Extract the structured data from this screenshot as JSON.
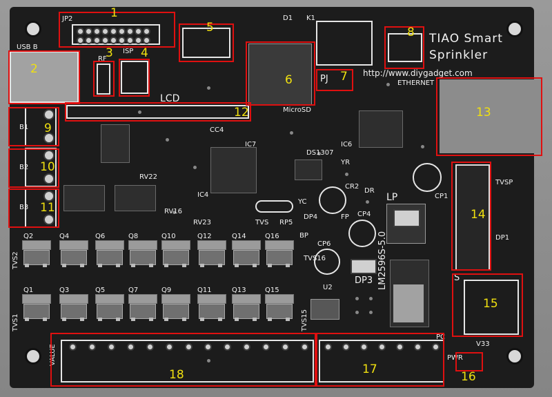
{
  "board": {
    "title_line1": "TIAO Smart",
    "title_line2": "Sprinkler",
    "url": "http://www.diygadget.com",
    "ethernet": "ETHERNET",
    "lcd": "LCD",
    "microsd": "MicroSD",
    "usb": "USB B",
    "pj": "PJ",
    "valve": "VALUE",
    "pc": "PC",
    "lm": "LM2596S-5.0",
    "lp": "LP",
    "dp3": "DP3",
    "tvs": "TVS",
    "tvsp": "TVSP",
    "ds1307": "DS1307",
    "s": "S",
    "k1": "K1",
    "d1": "D1",
    "jp2": "JP2",
    "rf": "RF",
    "isp": "ISP",
    "b1": "B1",
    "b2": "B2",
    "b3": "B3",
    "ic4": "IC4",
    "ic6": "IC6",
    "ic7": "IC7",
    "cc4": "CC4",
    "u2": "U2",
    "fp": "FP",
    "bp": "BP",
    "pwr": "PWR",
    "v33": "V33",
    "rv16": "RV16",
    "rv22": "RV22",
    "rv23": "RV23",
    "cp1": "CP1",
    "cp4": "CP4",
    "cp6": "CP6",
    "cr2": "CR2",
    "dr": "DR",
    "yc": "YC",
    "yr": "YR",
    "rp5": "RP5",
    "dp4": "DP4",
    "tvs16": "TVS16",
    "tvs15": "TVS15",
    "tvs1": "TVS1",
    "tvs2": "TVS2",
    "dp1": "DP1"
  },
  "q_top": [
    "Q2",
    "Q4",
    "Q6",
    "Q8",
    "Q10",
    "Q12",
    "Q14",
    "Q16"
  ],
  "q_bottom": [
    "Q1",
    "Q3",
    "Q5",
    "Q7",
    "Q9",
    "Q11",
    "Q13",
    "Q15"
  ],
  "annotations": [
    "1",
    "2",
    "3",
    "4",
    "5",
    "6",
    "7",
    "8",
    "9",
    "10",
    "11",
    "12",
    "13",
    "14",
    "15",
    "16",
    "17",
    "18"
  ]
}
